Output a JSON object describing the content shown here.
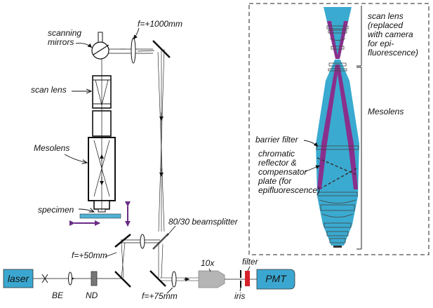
{
  "labels": {
    "scanning_mirrors": "scanning\nmirrors",
    "f1000": "f=+1000mm",
    "scan_lens": "scan lens",
    "mesolens": "Mesolens",
    "specimen": "specimen",
    "beamsplitter": "80/30 beamsplitter",
    "f50": "f=+50mm",
    "f75": "f=+75mm",
    "objective": "10x",
    "filter": "filter",
    "iris": "iris",
    "laser": "laser",
    "be": "BE",
    "nd": "ND",
    "pmt": "PMT"
  },
  "inset": {
    "scan_lens_note": "scan lens\n(replaced\nwith camera\nfor epi-\nfluorescence)",
    "mesolens": "Mesolens",
    "barrier_filter": "barrier filter",
    "reflector_note": "chromatic\nreflector &\ncompensator\nplate (for\nepifluorescence)"
  },
  "colors": {
    "beam_blue": "#3aaad0",
    "beam_purple": "#8a2f8c",
    "laser_box": "#3ba7d0",
    "pmt_box": "#3ba7d0",
    "filter_red": "#d6202a",
    "specimen_blue": "#4fb3d6",
    "arrow_purple": "#6b2c86",
    "objective_gray": "#b5b5b5",
    "nd_gray": "#777777"
  }
}
